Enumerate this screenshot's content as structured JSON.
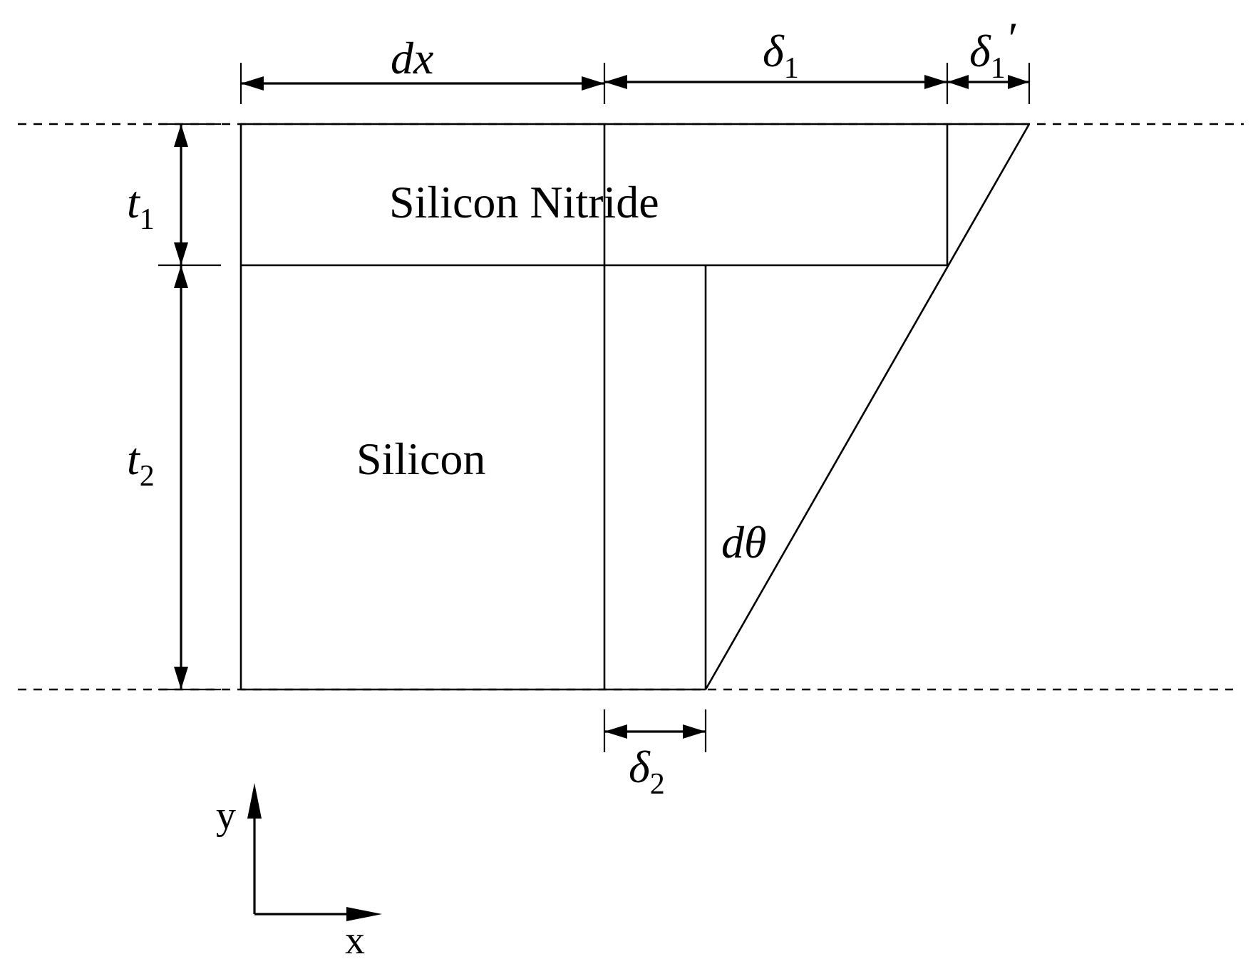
{
  "regions": {
    "top_layer": "Silicon Nitride",
    "bottom_layer": "Silicon"
  },
  "dimensions": {
    "dx": "dx",
    "delta1": {
      "base": "δ",
      "sub": "1"
    },
    "delta1_prime": {
      "base": "δ",
      "sub": "1",
      "prime": "′"
    },
    "delta2": {
      "base": "δ",
      "sub": "2"
    },
    "t1": {
      "base": "t",
      "sub": "1"
    },
    "t2": {
      "base": "t",
      "sub": "2"
    },
    "angle": "dθ"
  },
  "axes": {
    "x": "x",
    "y": "y"
  }
}
